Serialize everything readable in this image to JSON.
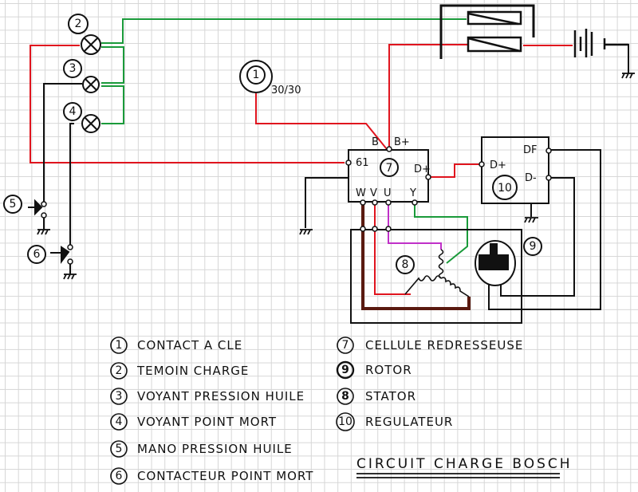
{
  "title": "CIRCUIT CHARGE BOSCH",
  "colors": {
    "ink": "#111111",
    "red_wire": "#e0141e",
    "green_wire": "#1a9a3a",
    "magenta_wire": "#c030c8",
    "brown_wire": "#5a1a10",
    "grid": "#d6d6d6"
  },
  "components": {
    "c1": {
      "num": "1",
      "label": "CONTACT A CLE",
      "terminal": "30/30"
    },
    "c2": {
      "num": "2",
      "label": "TEMOIN CHARGE"
    },
    "c3": {
      "num": "3",
      "label": "VOYANT PRESSION HUILE"
    },
    "c4": {
      "num": "4",
      "label": "VOYANT POINT MORT"
    },
    "c5": {
      "num": "5",
      "label": "MANO PRESSION HUILE"
    },
    "c6": {
      "num": "6",
      "label": "CONTACTEUR POINT MORT"
    },
    "c7": {
      "num": "7",
      "label": "CELLULE REDRESSEUSE",
      "terminals": {
        "b": "B",
        "bplus": "B+",
        "t61": "61",
        "dplus": "D+",
        "w": "W",
        "v": "V",
        "u": "U",
        "y": "Y"
      }
    },
    "c8": {
      "num": "8",
      "label": "STATOR"
    },
    "c9": {
      "num": "9",
      "label": "ROTOR"
    },
    "c10": {
      "num": "10",
      "label": "REGULATEUR",
      "terminals": {
        "dplus": "D+",
        "df": "DF",
        "dminus": "D-"
      }
    }
  },
  "legend_left": [
    {
      "num": "1",
      "label": "CONTACT A CLE"
    },
    {
      "num": "2",
      "label": "TEMOIN CHARGE"
    },
    {
      "num": "3",
      "label": "VOYANT PRESSION HUILE"
    },
    {
      "num": "4",
      "label": "VOYANT POINT MORT"
    },
    {
      "num": "5",
      "label": "MANO PRESSION HUILE"
    },
    {
      "num": "6",
      "label": "CONTACTEUR POINT MORT"
    }
  ],
  "legend_right": [
    {
      "num": "7",
      "label": "CELLULE REDRESSEUSE"
    },
    {
      "num": "9",
      "label": "ROTOR"
    },
    {
      "num": "8",
      "label": "STATOR"
    },
    {
      "num": "10",
      "label": "REGULATEUR"
    }
  ]
}
